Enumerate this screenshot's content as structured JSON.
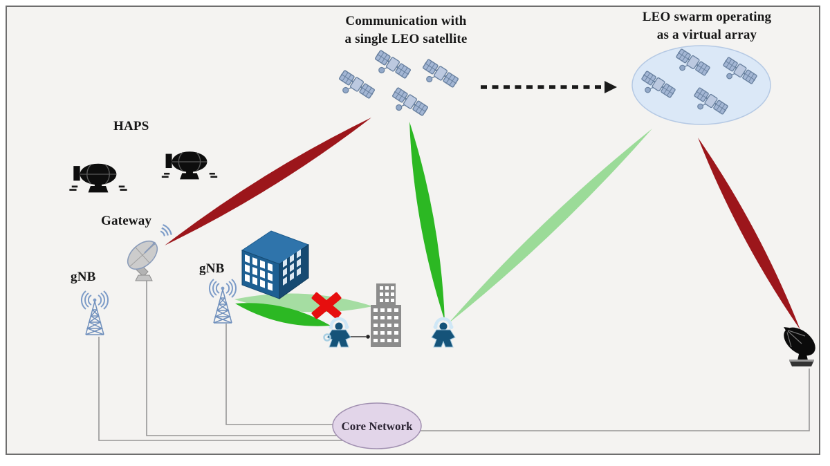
{
  "diagram": {
    "titles": {
      "single_leo_line1": "Communication with",
      "single_leo_line2": "a single LEO satellite",
      "swarm_line1": "LEO swarm operating",
      "swarm_line2": "as a virtual array"
    },
    "labels": {
      "haps": "HAPS",
      "gateway": "Gateway",
      "gnb_left": "gNB",
      "gnb_right": "gNB",
      "core_network": "Core Network"
    },
    "colors": {
      "background": "#f4f3f1",
      "frame_border": "#6e6e6e",
      "beam_dark_red": "#9c161b",
      "beam_bright_green": "#2cb823",
      "beam_light_green": "#9bdb98",
      "beam_blocked_green": "#a5dda2",
      "swarm_ellipse_fill": "#dbe8f7",
      "swarm_ellipse_stroke": "#b5c9e4",
      "core_ellipse_fill": "#e2d5e9",
      "core_ellipse_stroke": "#a08fb0",
      "blocked_x_red": "#e60e0e",
      "wire_gray": "#969696",
      "dashed_arrow_black": "#1a1a1a"
    },
    "icons": {
      "satellite-icon": "LEO communication satellite with solar panels",
      "haps-blimp-icon": "black airship / high-altitude platform",
      "gnb-tower-icon": "blue lattice radio tower with signal arcs",
      "gateway-dish-icon": "gray parabolic antenna with signal arcs",
      "ground-dish-icon": "black parabolic ground station antenna",
      "user-icon": "blue person wearing headset",
      "building-blue-icon": "dark blue office building",
      "building-gray-icon": "gray high-rise building",
      "blocked-x-icon": "red X (link blocked)",
      "dashed-arrow-icon": "black dashed arrow (evolution to swarm)"
    },
    "nodes": [
      "haps-blimps",
      "gateway",
      "gnb-left",
      "gnb-right",
      "single-leo-satellites",
      "leo-swarm",
      "user-1",
      "user-2",
      "blue-building",
      "gray-building",
      "ground-dish",
      "core-network"
    ],
    "links": [
      {
        "from": "gateway",
        "to": "single-leo-satellite",
        "type": "beam",
        "color": "beam_dark_red"
      },
      {
        "from": "single-leo-satellite",
        "to": "user-2",
        "type": "beam",
        "color": "beam_bright_green"
      },
      {
        "from": "user-2",
        "to": "leo-swarm",
        "type": "beam",
        "color": "beam_light_green"
      },
      {
        "from": "leo-swarm",
        "to": "ground-dish",
        "type": "beam",
        "color": "beam_dark_red"
      },
      {
        "from": "gnb-right",
        "to": "gray-building",
        "type": "beam-blocked-by-building",
        "color": "beam_blocked_green"
      },
      {
        "from": "gnb-right",
        "to": "user-1",
        "type": "beam",
        "color": "beam_bright_green"
      },
      {
        "from": "user-1",
        "to": "gray-building",
        "type": "arrow"
      },
      {
        "from": "gnb-left",
        "to": "core-network",
        "type": "wire"
      },
      {
        "from": "gateway",
        "to": "core-network",
        "type": "wire"
      },
      {
        "from": "gnb-right",
        "to": "core-network",
        "type": "wire"
      },
      {
        "from": "ground-dish",
        "to": "core-network",
        "type": "wire"
      },
      {
        "from": "single-leo-satellites",
        "to": "leo-swarm",
        "type": "dashed-arrow"
      }
    ]
  }
}
